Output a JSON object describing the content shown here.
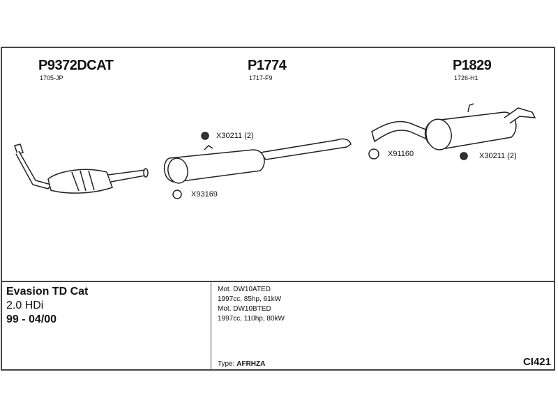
{
  "parts": [
    {
      "number": "P9372DCAT",
      "code": "1705-JP"
    },
    {
      "number": "P1774",
      "code": "1717-F9"
    },
    {
      "number": "P1829",
      "code": "1726-H1"
    }
  ],
  "fittings": [
    {
      "label": "X30211 (2)",
      "icon": "rubber-mount-icon"
    },
    {
      "label": "X93169",
      "icon": "clamp-icon"
    },
    {
      "label": "X91160",
      "icon": "clamp-icon"
    },
    {
      "label": "X30211 (2)",
      "icon": "rubber-mount-icon"
    }
  ],
  "vehicle": {
    "model": "Evasion TD Cat",
    "engine": "2.0 HDi",
    "years": "99 - 04/00"
  },
  "engines": [
    "Mot. DW10ATED",
    "1997cc, 85hp, 61kW",
    "Mot. DW10BTED",
    "1997cc, 110hp, 80kW"
  ],
  "type": {
    "label": "Type:",
    "value": "AFRHZA"
  },
  "diagram_code": "CI421"
}
